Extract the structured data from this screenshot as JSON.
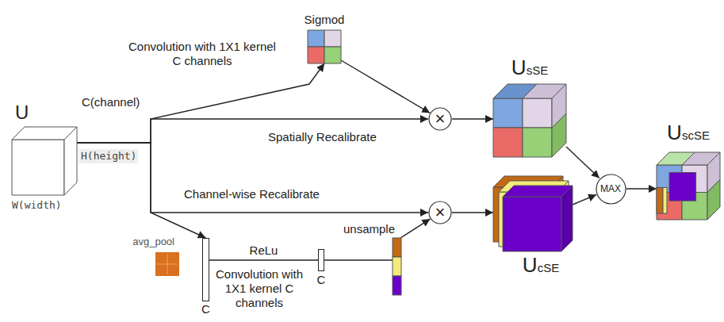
{
  "diagram": {
    "nodes": [
      {
        "text": [
          "U",
          "W(width)"
        ]
      },
      {
        "text": [
          "Sigmod"
        ]
      },
      {
        "text": [
          "×"
        ]
      },
      {
        "text": [
          "UsSE"
        ]
      },
      {
        "text": [
          "×"
        ]
      },
      {
        "text": [
          "UcSE"
        ]
      },
      {
        "text": [
          "MAX"
        ]
      },
      {
        "text": [
          "UscSE"
        ]
      },
      {
        "text": [
          "avg_pool"
        ]
      },
      {
        "text": [
          "C"
        ]
      },
      {
        "text": [
          "C"
        ]
      },
      {
        "text": [
          "unsample"
        ]
      }
    ],
    "edges": [
      {
        "from": 0,
        "to": 1,
        "arrow": "to"
      },
      {
        "from": 0,
        "to": 2,
        "arrow": "to"
      },
      {
        "from": 1,
        "to": 2,
        "arrow": "to"
      },
      {
        "from": 2,
        "to": 3,
        "arrow": "to"
      },
      {
        "from": 0,
        "to": 4,
        "arrow": "to"
      },
      {
        "from": 0,
        "to": 9,
        "arrow": "to"
      },
      {
        "from": 9,
        "to": 10,
        "label": "ReLu",
        "arrow": "none"
      },
      {
        "from": 10,
        "to": 11,
        "arrow": "none"
      },
      {
        "from": 11,
        "to": 4,
        "arrow": "to"
      },
      {
        "from": 4,
        "to": 5,
        "arrow": "to"
      },
      {
        "from": 3,
        "to": 6,
        "arrow": "to"
      },
      {
        "from": 5,
        "to": 6,
        "arrow": "to"
      },
      {
        "from": 6,
        "to": 7,
        "arrow": "to"
      }
    ],
    "labels": [
      "C(channel)",
      "H(height)",
      "Convolution with 1X1 kernel C channels",
      "Spatially Recalibrate",
      "Channel-wise Recalibrate",
      "Convolution with 1X1 kernel C channels"
    ]
  }
}
